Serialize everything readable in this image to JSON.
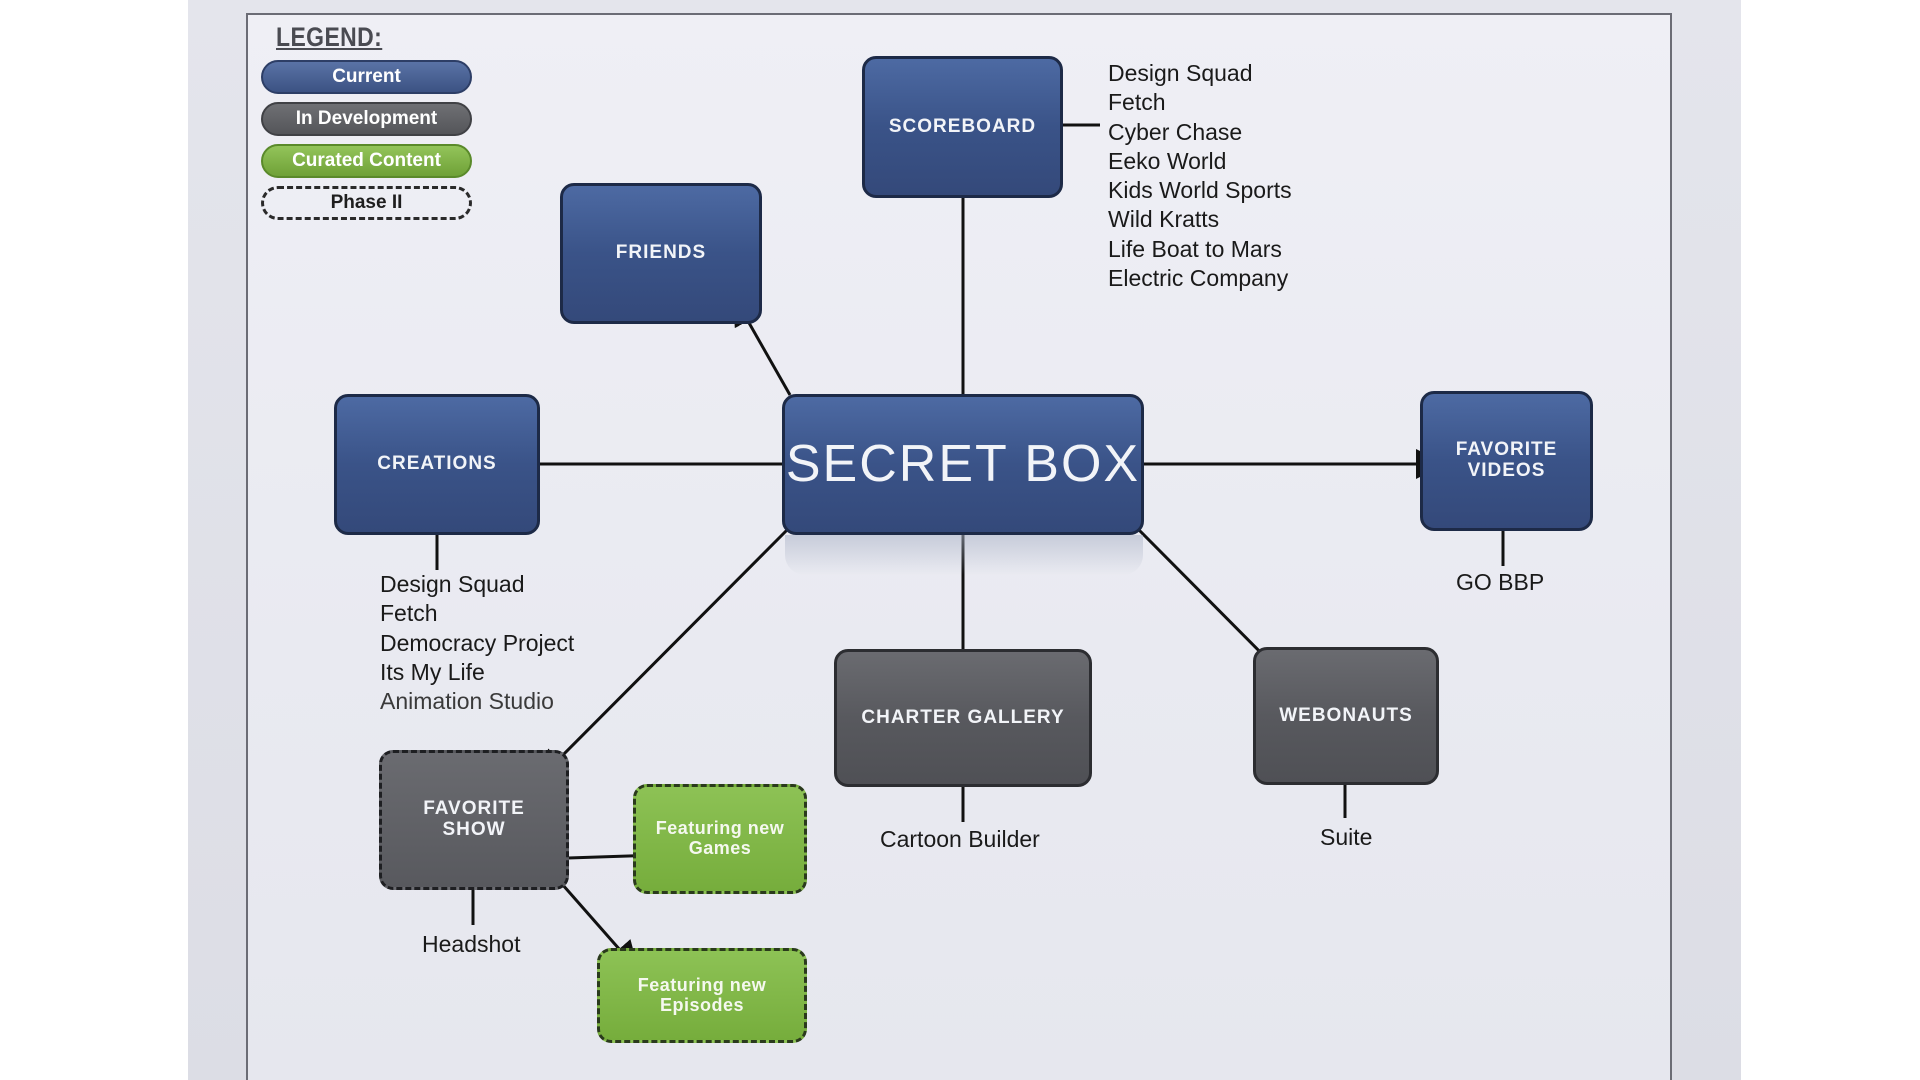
{
  "legend": {
    "title": "LEGEND:",
    "items": [
      {
        "label": "Current",
        "color": "#3f5686"
      },
      {
        "label": "In Development",
        "color": "#5a5b60"
      },
      {
        "label": "Curated Content",
        "color": "#7cb342"
      },
      {
        "label": "Phase II",
        "color": "#1e1e1e"
      }
    ]
  },
  "hub": {
    "label": "SECRET BOX"
  },
  "nodes": {
    "scoreboard": "SCOREBOARD",
    "friends": "FRIENDS",
    "creations": "CREATIONS",
    "favorite_videos": "FAVORITE\nVIDEOS",
    "charter_gallery": "CHARTER GALLERY",
    "webonauts": "WEBONAUTS",
    "favorite_show": "FAVORITE\nSHOW",
    "featuring_games": "Featuring new\nGames",
    "featuring_episodes": "Featuring new\nEpisodes"
  },
  "lists": {
    "scoreboard": [
      "Design Squad",
      "Fetch",
      "Cyber Chase",
      "Eeko World",
      "Kids World Sports",
      "Wild Kratts",
      "Life Boat to Mars",
      "Electric Company"
    ],
    "creations": [
      "Design Squad",
      "Fetch",
      "Democracy Project",
      "Its My Life",
      "Animation Studio"
    ],
    "favorite_videos": "GO BBP",
    "charter_gallery": "Cartoon Builder",
    "webonauts": "Suite",
    "favorite_show": "Headshot"
  }
}
